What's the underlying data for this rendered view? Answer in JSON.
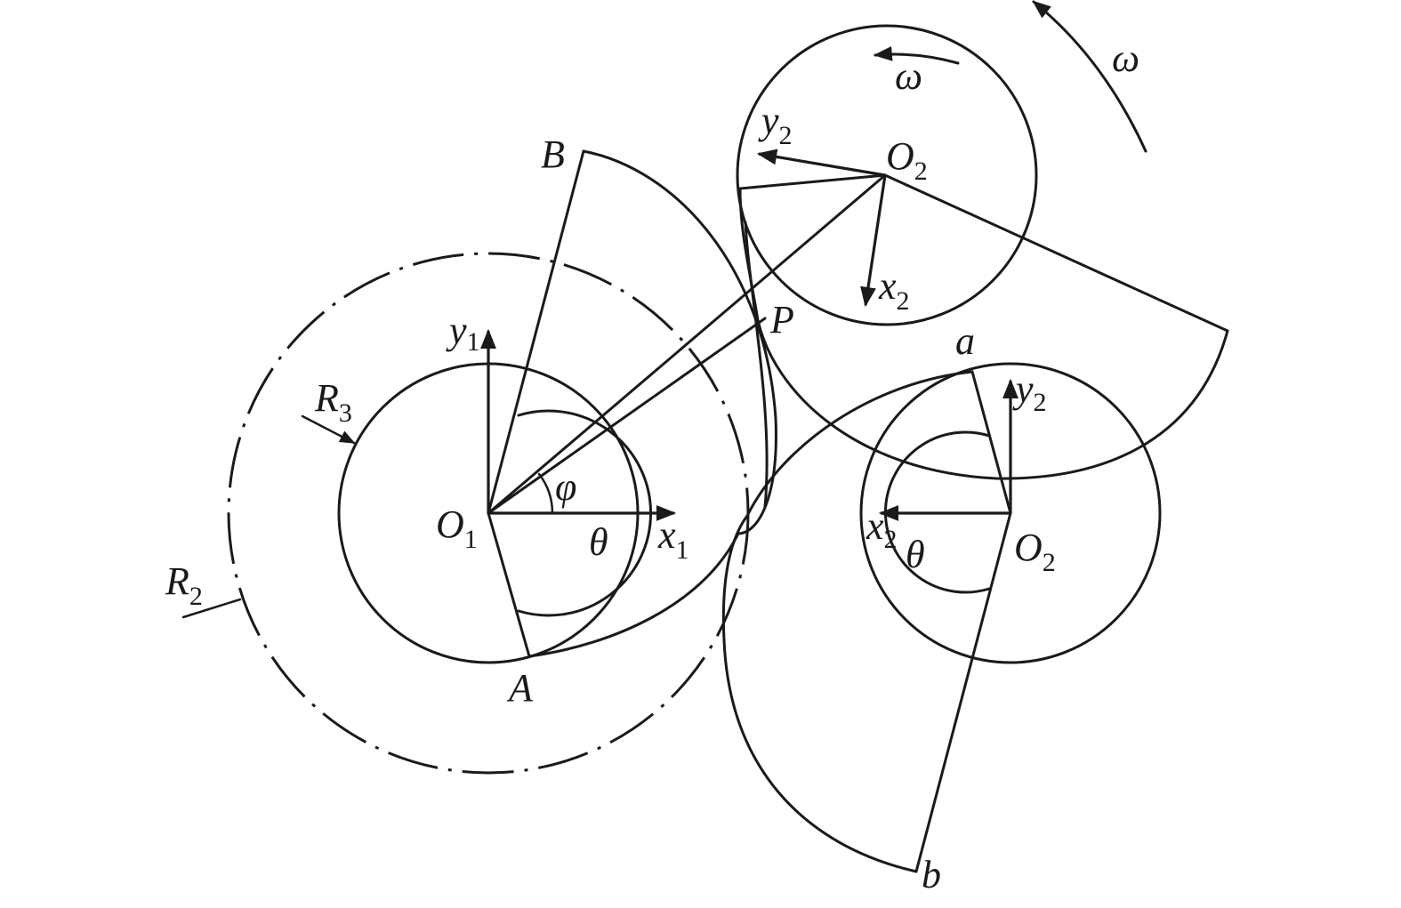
{
  "labels": {
    "B": "B",
    "A": "A",
    "P": "P",
    "a": "a",
    "b": "b",
    "O1_main": "O",
    "O1_sub": "1",
    "O2_top_main": "O",
    "O2_top_sub": "2",
    "O2_right_main": "O",
    "O2_right_sub": "2",
    "y1_main": "y",
    "y1_sub": "1",
    "x1_main": "x",
    "x1_sub": "1",
    "y2_top_main": "y",
    "y2_top_sub": "2",
    "x2_top_main": "x",
    "x2_top_sub": "2",
    "y2_right_main": "y",
    "y2_right_sub": "2",
    "x2_right_main": "x",
    "x2_right_sub": "2",
    "R3_main": "R",
    "R3_sub": "3",
    "R2_main": "R",
    "R2_sub": "2",
    "phi": "φ",
    "theta_left": "θ",
    "theta_right": "θ",
    "omega_top": "ω",
    "omega_right": "ω"
  },
  "colors": {
    "ink": "#1a1a1a",
    "background": "#ffffff"
  }
}
